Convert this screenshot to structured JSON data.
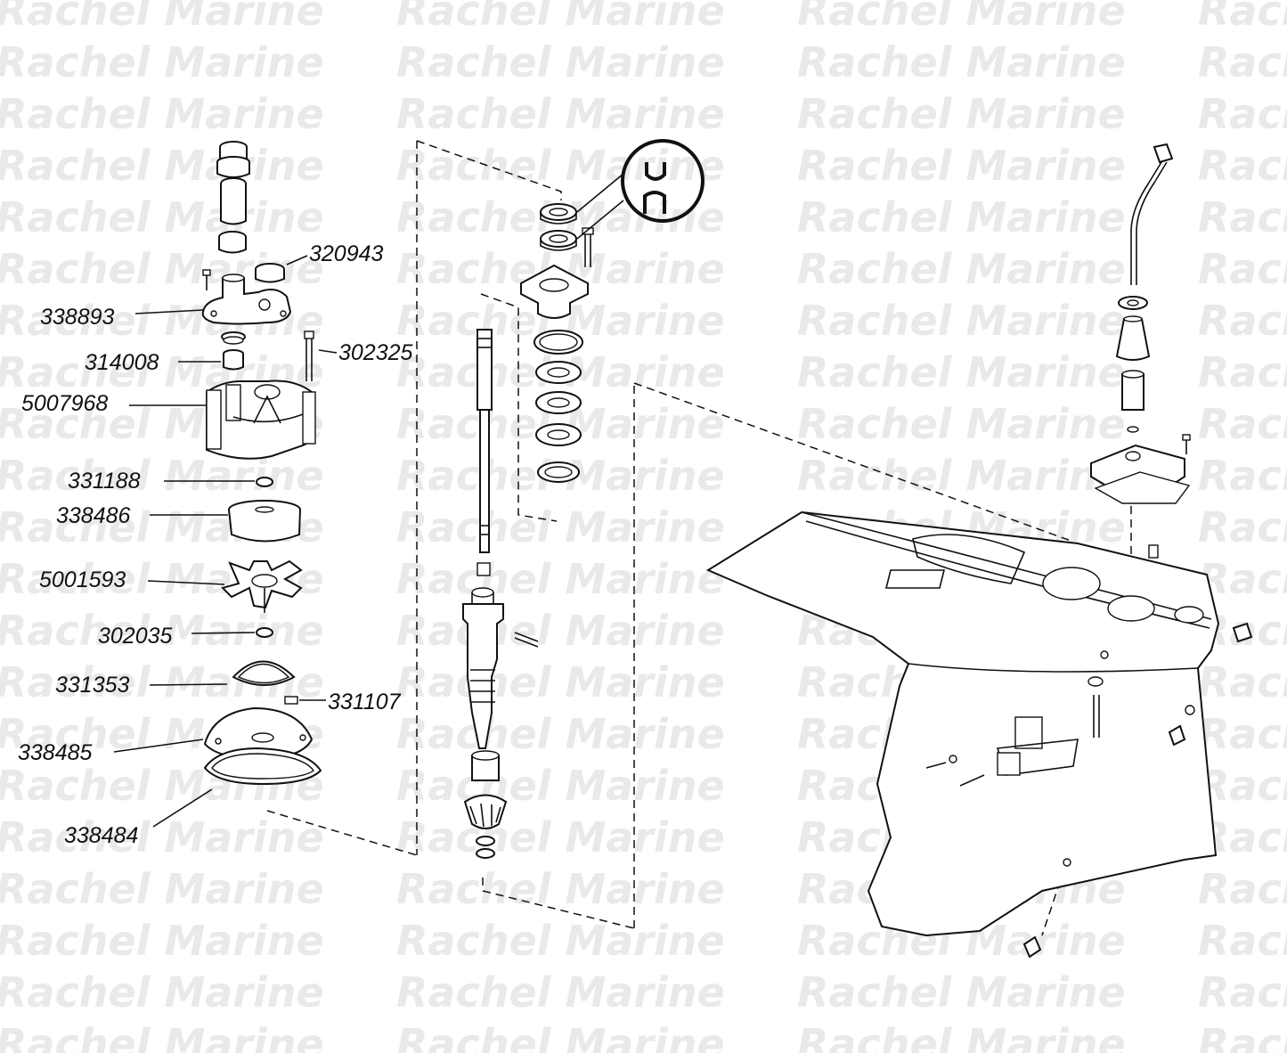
{
  "watermark": {
    "text": "Rachel Marine"
  },
  "labels": [
    {
      "id": "320943",
      "text": "320943"
    },
    {
      "id": "338893",
      "text": "338893"
    },
    {
      "id": "302325",
      "text": "302325"
    },
    {
      "id": "314008",
      "text": "314008"
    },
    {
      "id": "5007968",
      "text": "5007968"
    },
    {
      "id": "331188",
      "text": "331188"
    },
    {
      "id": "338486",
      "text": "338486"
    },
    {
      "id": "5001593",
      "text": "5001593"
    },
    {
      "id": "302035",
      "text": "302035"
    },
    {
      "id": "331353",
      "text": "331353"
    },
    {
      "id": "331107",
      "text": "331107"
    },
    {
      "id": "338485",
      "text": "338485"
    },
    {
      "id": "338484",
      "text": "338484"
    }
  ],
  "colors": {
    "line": "#111111",
    "watermark": "#e9e9e9",
    "background": "#ffffff"
  }
}
